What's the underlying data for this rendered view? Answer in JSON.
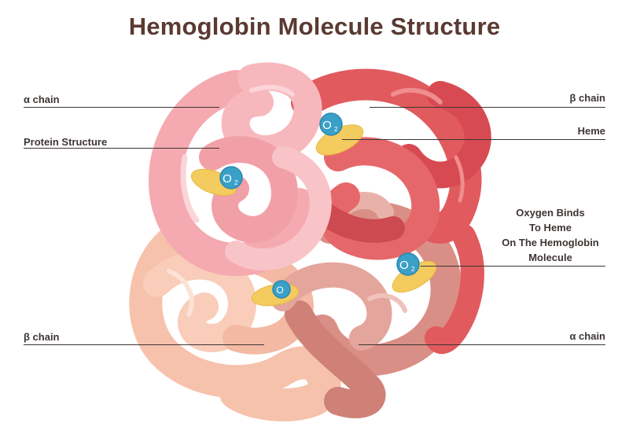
{
  "title": "Hemoglobin Molecule Structure",
  "labels": {
    "alpha_chain_top_left": "α chain",
    "protein_structure": "Protein Structure",
    "beta_chain_bottom_left": "β chain",
    "beta_chain_top_right": "β chain",
    "heme": "Heme",
    "oxygen_binds": [
      "Oxygen Binds",
      "To Heme",
      "On The Hemoglobin",
      "Molecule"
    ],
    "alpha_chain_bottom_right": "α chain",
    "o2_symbol": "O",
    "o2_subscript": "2"
  },
  "colors": {
    "title": "#5a3a32",
    "text": "#3d3533",
    "alpha_chain_top": "#f4aab0",
    "beta_chain_top": "#e05a5e",
    "beta_chain_bottom": "#f6c2ac",
    "alpha_chain_bottom": "#d98f86",
    "heme": "#f3cb5e",
    "oxygen": "#3aa0c8"
  }
}
